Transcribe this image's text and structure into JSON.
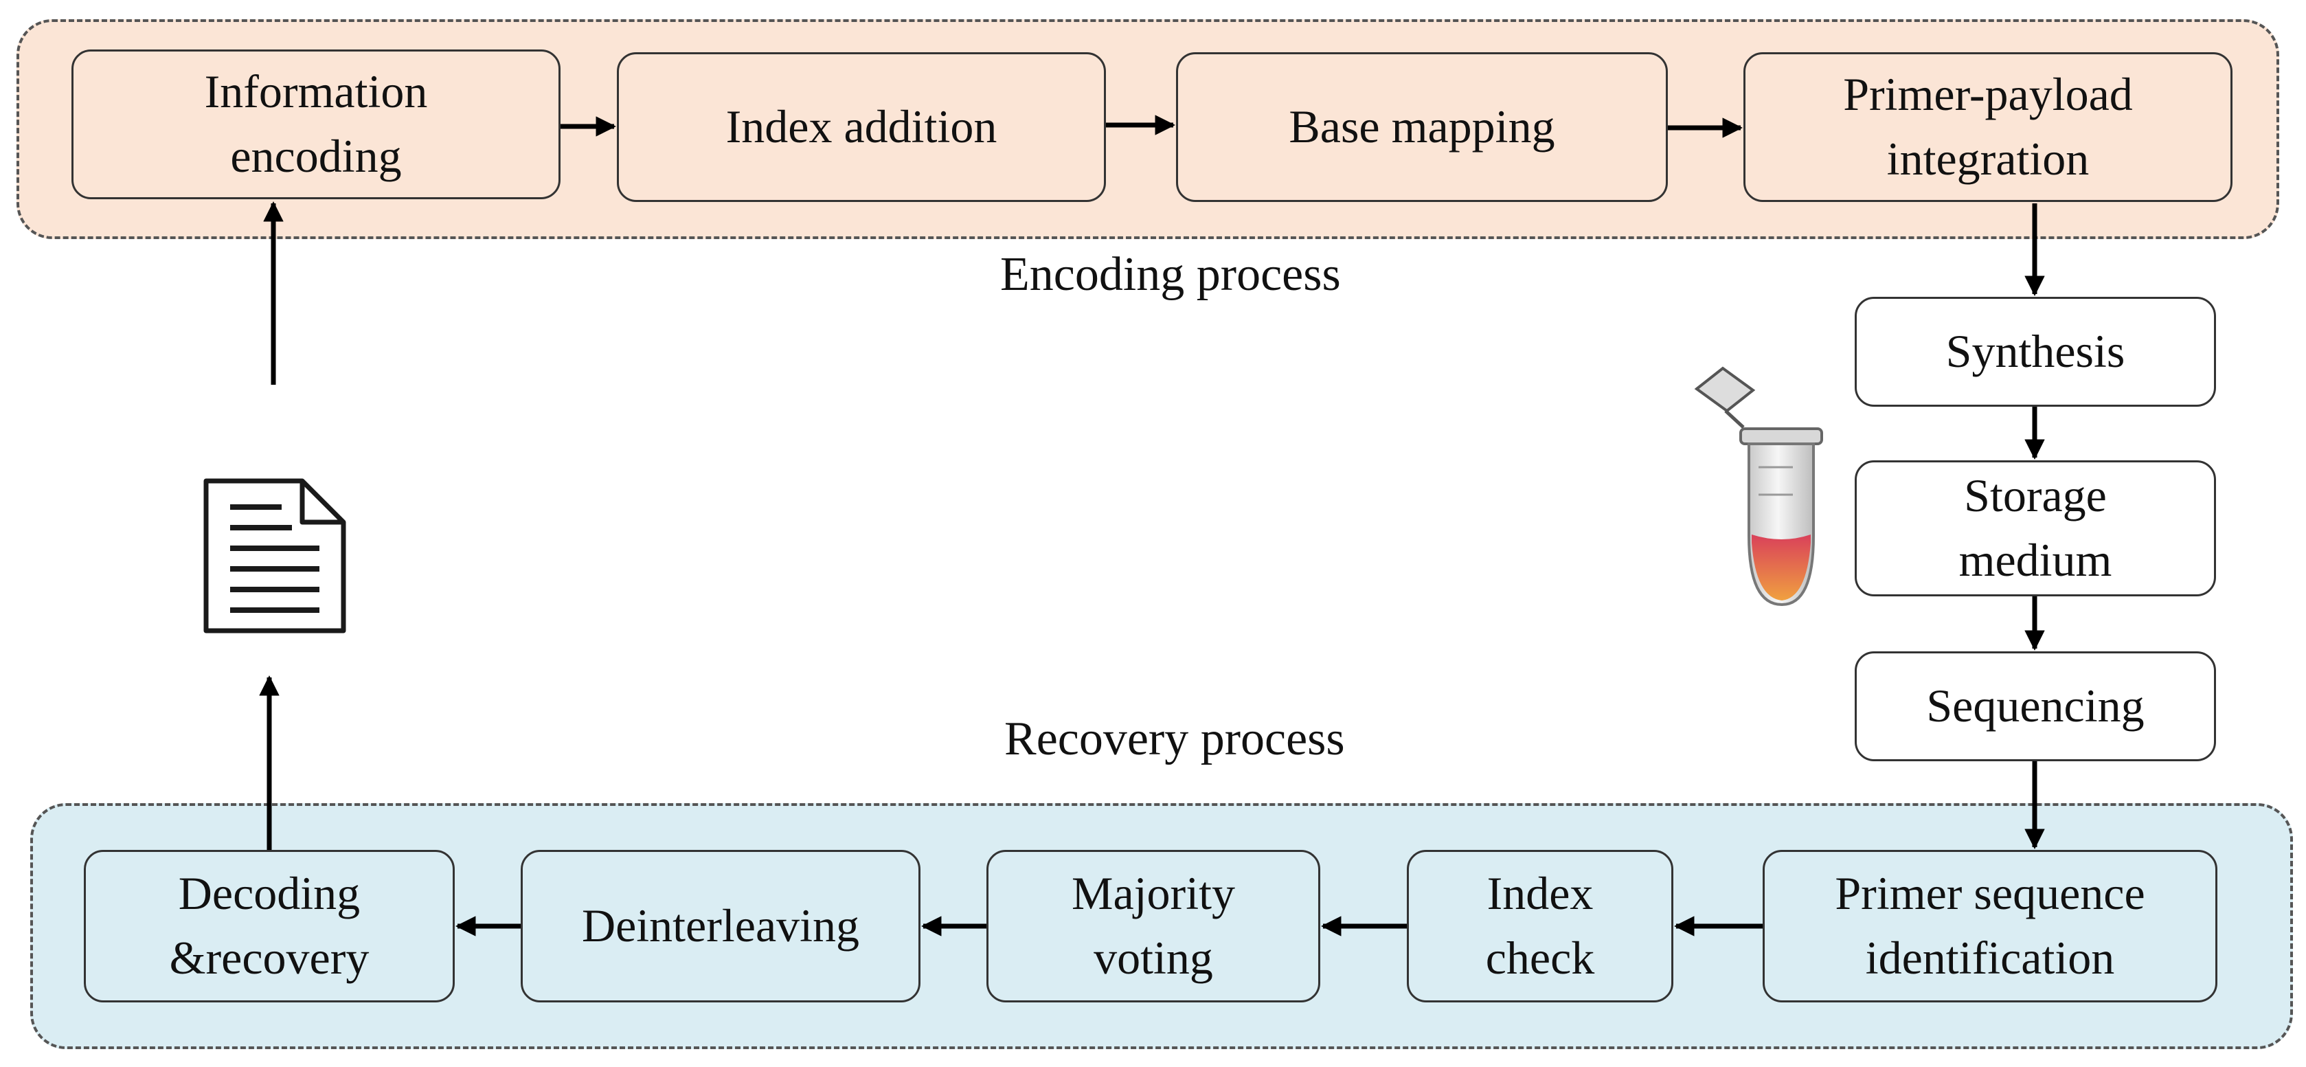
{
  "encoding": {
    "caption": "Encoding process",
    "steps": [
      {
        "label": "Information\nencoding"
      },
      {
        "label": "Index addition"
      },
      {
        "label": "Base mapping"
      },
      {
        "label": "Primer-payload\nintegration"
      }
    ]
  },
  "storage": {
    "steps": [
      {
        "label": "Synthesis"
      },
      {
        "label": "Storage\nmedium"
      },
      {
        "label": "Sequencing"
      }
    ]
  },
  "recovery": {
    "caption": "Recovery process",
    "steps": [
      {
        "label": "Primer sequence\nidentification"
      },
      {
        "label": "Index\ncheck"
      },
      {
        "label": "Majority\nvoting"
      },
      {
        "label": "Deinterleaving"
      },
      {
        "label": "Decoding\n&recovery"
      }
    ]
  },
  "icons": {
    "document": "document-icon",
    "tube": "test-tube-icon"
  },
  "colors": {
    "encoding_fill": "#fbe5d6",
    "recovery_fill": "#daedf3",
    "tube_liquid": "#e07a4a"
  }
}
